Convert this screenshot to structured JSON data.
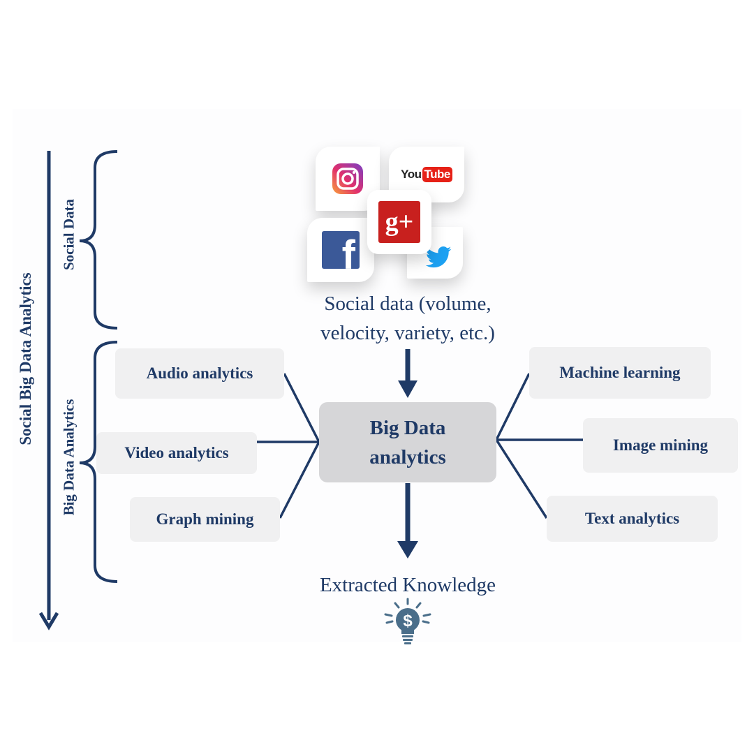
{
  "side_labels": {
    "outer": "Social Big Data Analytics",
    "social": "Social Data",
    "analytics": "Big Data Analytics"
  },
  "social_logos": [
    {
      "name": "instagram",
      "icon": "instagram-icon",
      "color": "#c13584"
    },
    {
      "name": "youtube",
      "icon": "youtube-icon",
      "text_you": "You",
      "text_tube": "Tube",
      "color": "#e62117"
    },
    {
      "name": "google-plus",
      "icon": "google-plus-icon",
      "text": "g+",
      "color": "#c8201e"
    },
    {
      "name": "facebook",
      "icon": "facebook-icon",
      "text": "f",
      "color": "#3b5998"
    },
    {
      "name": "twitter",
      "icon": "twitter-icon",
      "color": "#1da1f2"
    }
  ],
  "social_data_text": {
    "line1": "Social data (volume,",
    "line2": "velocity, variety, etc.)"
  },
  "center": {
    "line1": "Big Data",
    "line2": "analytics"
  },
  "left_methods": [
    "Audio analytics",
    "Video analytics",
    "Graph mining"
  ],
  "right_methods": [
    "Machine learning",
    "Image mining",
    "Text analytics"
  ],
  "output": {
    "label": "Extracted Knowledge",
    "icon": "lightbulb-dollar-icon",
    "symbol": "$"
  },
  "colors": {
    "navy": "#1f3a66",
    "box": "#f0f0f1",
    "center_box": "#d6d6d8",
    "bulb": "#4a6e8a"
  }
}
